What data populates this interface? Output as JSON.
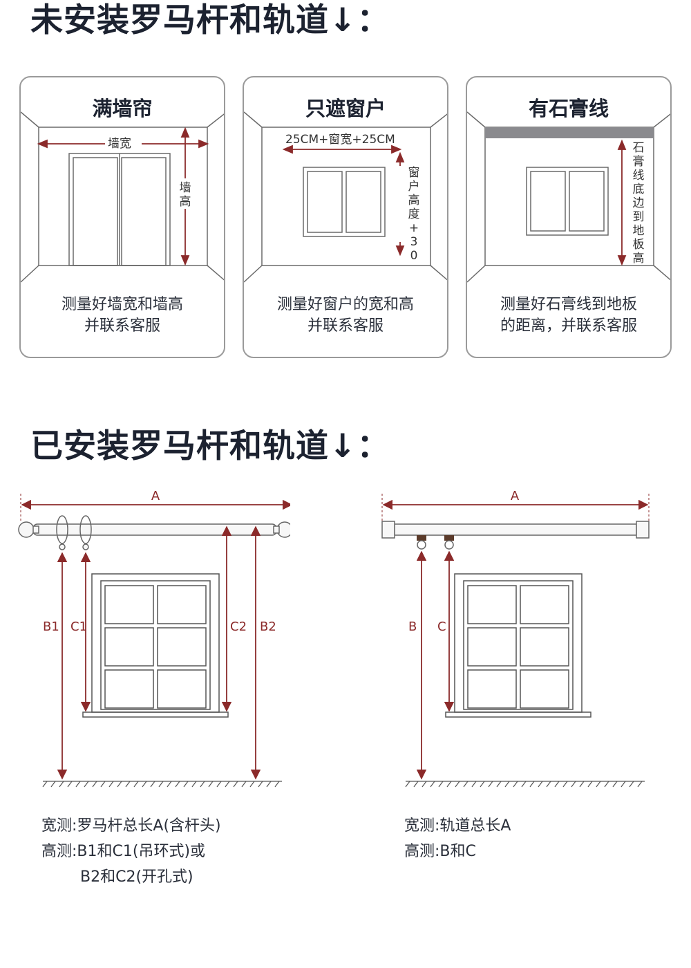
{
  "sections": [
    {
      "title": "未安装罗马杆和轨道↓："
    },
    {
      "title": "已安装罗马杆和轨道↓："
    }
  ],
  "cards": [
    {
      "title": "满墙帘",
      "labels": {
        "width": "墙宽",
        "height": "墙高"
      },
      "caption": [
        "测量好墙宽和墙高",
        "并联系客服"
      ]
    },
    {
      "title": "只遮窗户",
      "labels": {
        "width": "25CM+窗宽+25CM",
        "height": "窗户高度+30"
      },
      "caption": [
        "测量好窗户的宽和高",
        "并联系客服"
      ]
    },
    {
      "title": "有石膏线",
      "labels": {
        "height": "石膏线底边到地板高"
      },
      "caption": [
        "测量好石膏线到地板",
        "的距离，并联系客服"
      ]
    }
  ],
  "diagrams": [
    {
      "labels": {
        "a": "A",
        "b1": "B1",
        "c1": "C1",
        "c2": "C2",
        "b2": "B2"
      },
      "notes": [
        "宽测:罗马杆总长A(含杆头)",
        "高测:B1和C1(吊环式)或",
        "B2和C2(开孔式)"
      ]
    },
    {
      "labels": {
        "a": "A",
        "b": "B",
        "c": "C"
      },
      "notes": [
        "宽测:轨道总长A",
        "高测:B和C"
      ]
    }
  ],
  "colors": {
    "arrow": "#8b2a2a",
    "line": "#555555",
    "title": "#1c2230"
  }
}
